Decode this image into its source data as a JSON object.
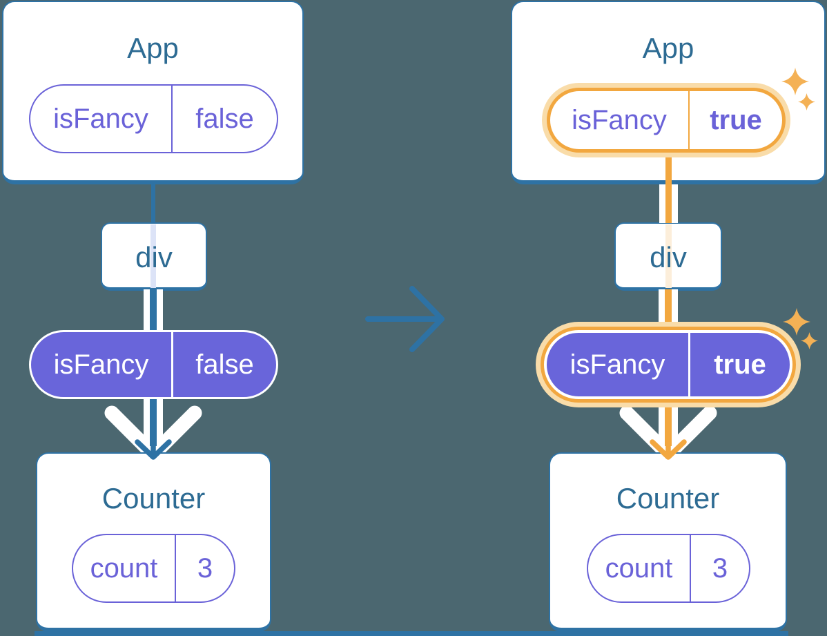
{
  "colors": {
    "background": "#4B6770",
    "steel_blue": "#2E72A4",
    "title_blue": "#2D6B93",
    "purple_fill": "#6965DA",
    "purple_accent": "#6A62D8",
    "orange": "#F2A73F",
    "peach": "#F9DCA9",
    "peach_faint": "#FCEEDA",
    "lavender": "#DCE3F7",
    "sparkle": "#F4B155",
    "white": "#FFFFFF"
  },
  "before": {
    "app": {
      "title": "App",
      "prop": {
        "name": "isFancy",
        "value": "false"
      }
    },
    "container": {
      "label": "div"
    },
    "passed_prop": {
      "name": "isFancy",
      "value": "false"
    },
    "counter": {
      "title": "Counter",
      "state": {
        "name": "count",
        "value": "3"
      }
    }
  },
  "after": {
    "app": {
      "title": "App",
      "prop": {
        "name": "isFancy",
        "value": "true"
      }
    },
    "container": {
      "label": "div"
    },
    "passed_prop": {
      "name": "isFancy",
      "value": "true"
    },
    "counter": {
      "title": "Counter",
      "state": {
        "name": "count",
        "value": "3"
      }
    }
  }
}
